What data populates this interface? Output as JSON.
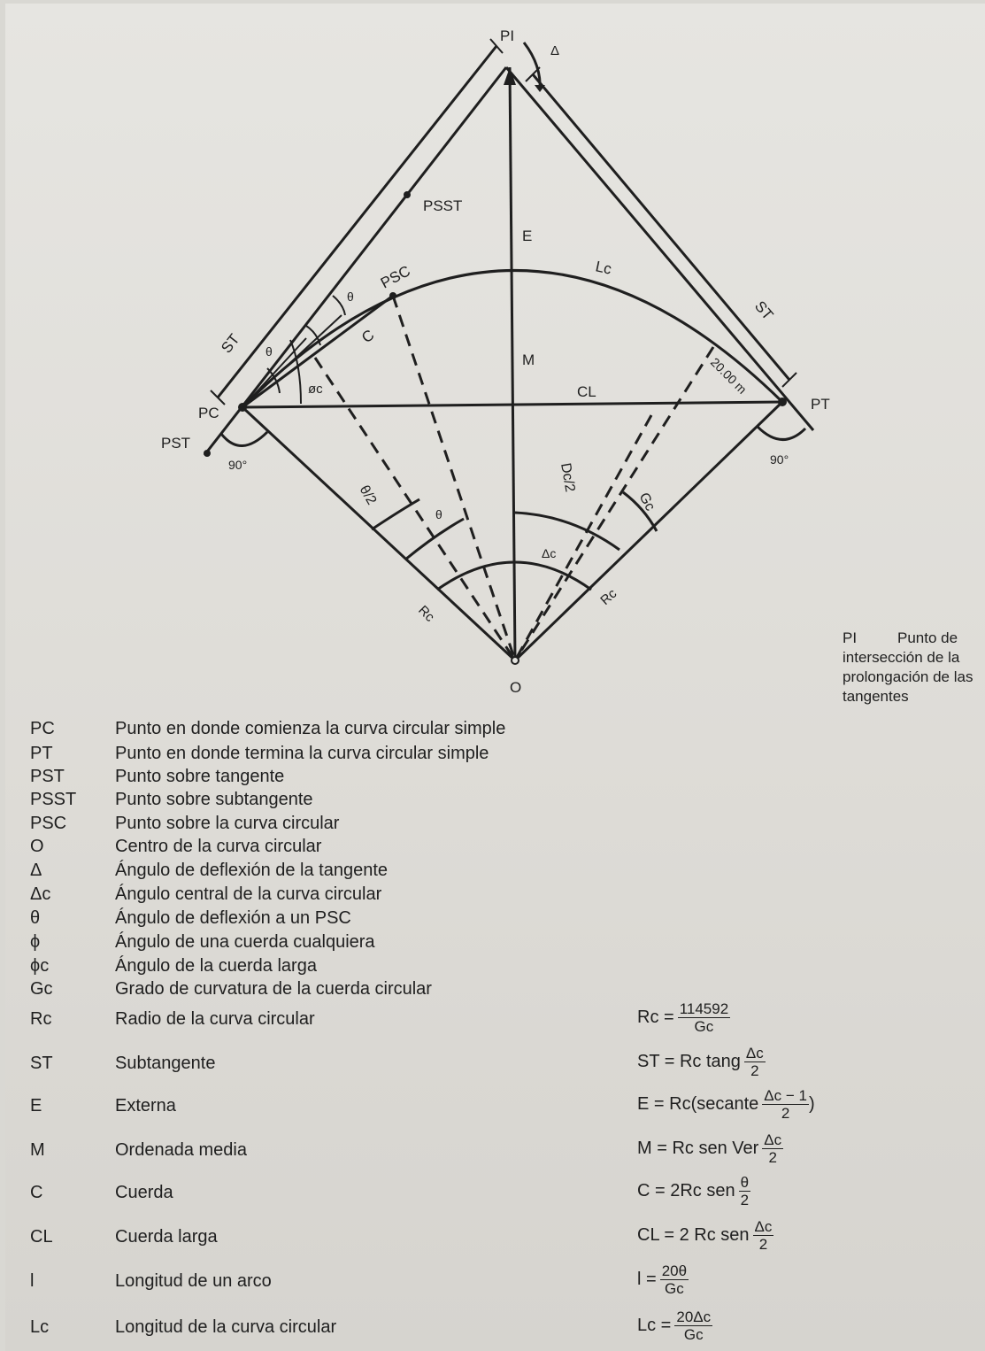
{
  "diagram": {
    "points": {
      "PI": "PI",
      "PC": "PC",
      "PT": "PT",
      "PST": "PST",
      "PSST": "PSST",
      "PSC": "PSC",
      "O": "O"
    },
    "labels": {
      "delta": "Δ",
      "E": "E",
      "M": "M",
      "Lc": "Lc",
      "CL": "CL",
      "C": "C",
      "ST_left": "ST",
      "ST_right": "ST",
      "theta1": "θ",
      "theta2": "θ",
      "theta3": "θ",
      "phi_c": "øc",
      "theta_half": "θ/2",
      "Dc_half": "Dc/2",
      "Gc": "Gc",
      "Delta_c": "Δc",
      "Rc_left": "Rc",
      "Rc_right": "Rc",
      "angle_90_left": "90°",
      "angle_90_right": "90°",
      "chord_length": "20.00 m"
    }
  },
  "pi_note": {
    "abbr": "PI",
    "text": "Punto de intersección de la prolongación de las tangentes"
  },
  "legend": [
    {
      "abbr": "PC",
      "desc": "Punto en donde comienza la curva circular simple"
    },
    {
      "abbr": "PT",
      "desc": "Punto en donde termina la curva circular simple"
    },
    {
      "abbr": "PST",
      "desc": "Punto sobre tangente"
    },
    {
      "abbr": "PSST",
      "desc": "Punto sobre subtangente"
    },
    {
      "abbr": "PSC",
      "desc": "Punto sobre la curva circular"
    },
    {
      "abbr": "O",
      "desc": "Centro de la curva circular"
    },
    {
      "abbr": "Δ",
      "desc": "Ángulo de deflexión de la tangente"
    },
    {
      "abbr": "Δc",
      "desc": "Ángulo central de la curva circular"
    },
    {
      "abbr": "θ",
      "desc": "Ángulo de deflexión a un PSC"
    },
    {
      "abbr": "ϕ",
      "desc": "Ángulo de una cuerda cualquiera"
    },
    {
      "abbr": "ϕc",
      "desc": "Ángulo de la cuerda larga"
    },
    {
      "abbr": "Gc",
      "desc": "Grado de curvatura de la cuerda circular"
    },
    {
      "abbr": "Rc",
      "desc": "Radio de la curva circular",
      "f_pre": "Rc =",
      "f_num": "114592",
      "f_den": "Gc",
      "f_post": ""
    },
    {
      "abbr": "ST",
      "desc": "Subtangente",
      "f_pre": "ST = Rc tang",
      "f_num": "Δc",
      "f_den": "2",
      "f_post": ""
    },
    {
      "abbr": "E",
      "desc": "Externa",
      "f_pre": "E = Rc(secante",
      "f_num": "Δc − 1",
      "f_den": "2",
      "f_post": ")"
    },
    {
      "abbr": "M",
      "desc": "Ordenada media",
      "f_pre": "M = Rc sen Ver",
      "f_num": "Δc",
      "f_den": "2",
      "f_post": ""
    },
    {
      "abbr": "C",
      "desc": "Cuerda",
      "f_pre": "C = 2Rc sen",
      "f_num": "θ",
      "f_den": "2",
      "f_post": ""
    },
    {
      "abbr": "CL",
      "desc": "Cuerda larga",
      "f_pre": "CL = 2 Rc sen",
      "f_num": "Δc",
      "f_den": "2",
      "f_post": ""
    },
    {
      "abbr": "l",
      "desc": "Longitud de un arco",
      "f_pre": "l =",
      "f_num": "20θ",
      "f_den": "Gc",
      "f_post": ""
    },
    {
      "abbr": "Lc",
      "desc": "Longitud de la curva circular",
      "f_pre": "Lc =",
      "f_num": "20Δc",
      "f_den": "Gc",
      "f_post": ""
    }
  ]
}
